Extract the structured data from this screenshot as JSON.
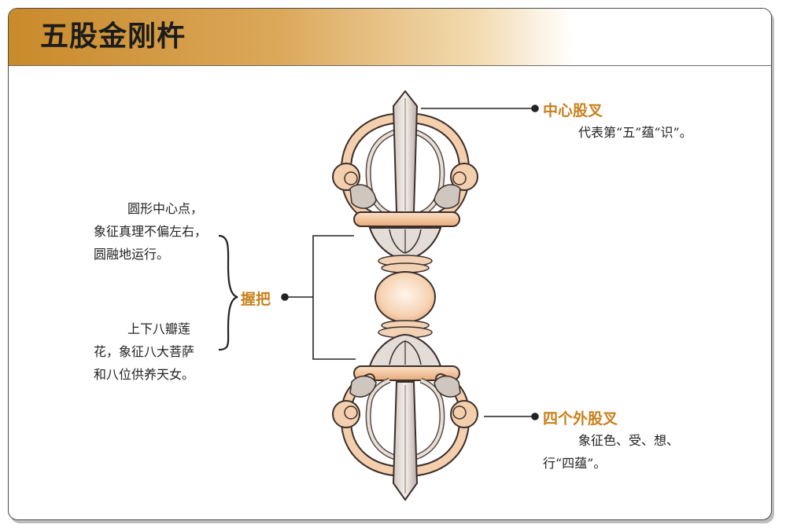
{
  "title": "五股金刚杵",
  "labels": {
    "center_prong": {
      "name": "中心股叉",
      "desc": "代表第“五”蕴“识”。"
    },
    "outer_prongs": {
      "name": "四个外股叉",
      "desc_lines": [
        "象征色、受、想、",
        "行“四蕴”。"
      ]
    },
    "grip": {
      "name": "握把"
    }
  },
  "left_notes": {
    "top": [
      "圆形中心点，",
      "象征真理不偏左右，",
      "圆融地运行。"
    ],
    "bottom": [
      "上下八瓣莲",
      "花，象征八大菩萨",
      "和八位供养天女。"
    ]
  },
  "colors": {
    "accent": "#c8811c",
    "title_gradient_start": "#c98a2a",
    "vajra_tint": "#f3c9a2"
  }
}
